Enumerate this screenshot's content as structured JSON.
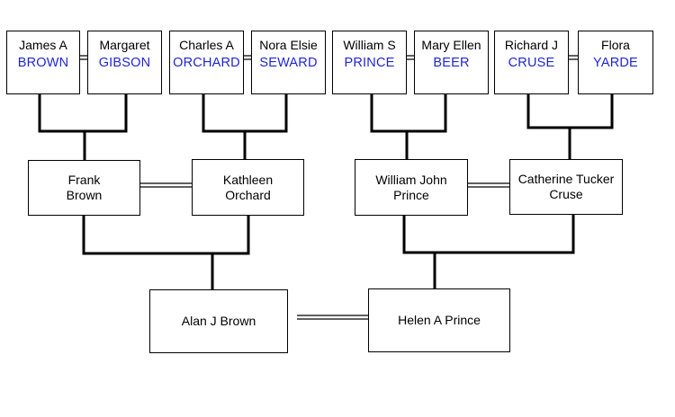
{
  "generation_1": {
    "p1": {
      "given": "James A",
      "surname": "BROWN"
    },
    "p2": {
      "given": "Margaret",
      "surname": "GIBSON"
    },
    "p3": {
      "given": "Charles A",
      "surname": "ORCHARD"
    },
    "p4": {
      "given": "Nora Elsie",
      "surname": "SEWARD"
    },
    "p5": {
      "given": "William S",
      "surname": "PRINCE"
    },
    "p6": {
      "given": "Mary Ellen",
      "surname": "BEER"
    },
    "p7": {
      "given": "Richard J",
      "surname": "CRUSE"
    },
    "p8": {
      "given": "Flora",
      "surname": "YARDE"
    }
  },
  "generation_2": {
    "frank": "Frank\nBrown",
    "kathleen": "Kathleen\nOrchard",
    "william": "William John\nPrince",
    "catherine": "Catherine Tucker\nCruse"
  },
  "generation_3": {
    "alan": "Alan J Brown",
    "helen": "Helen A Prince"
  },
  "colors": {
    "surname": "#1f26d6",
    "line": "#000000",
    "box_border": "#000000"
  }
}
